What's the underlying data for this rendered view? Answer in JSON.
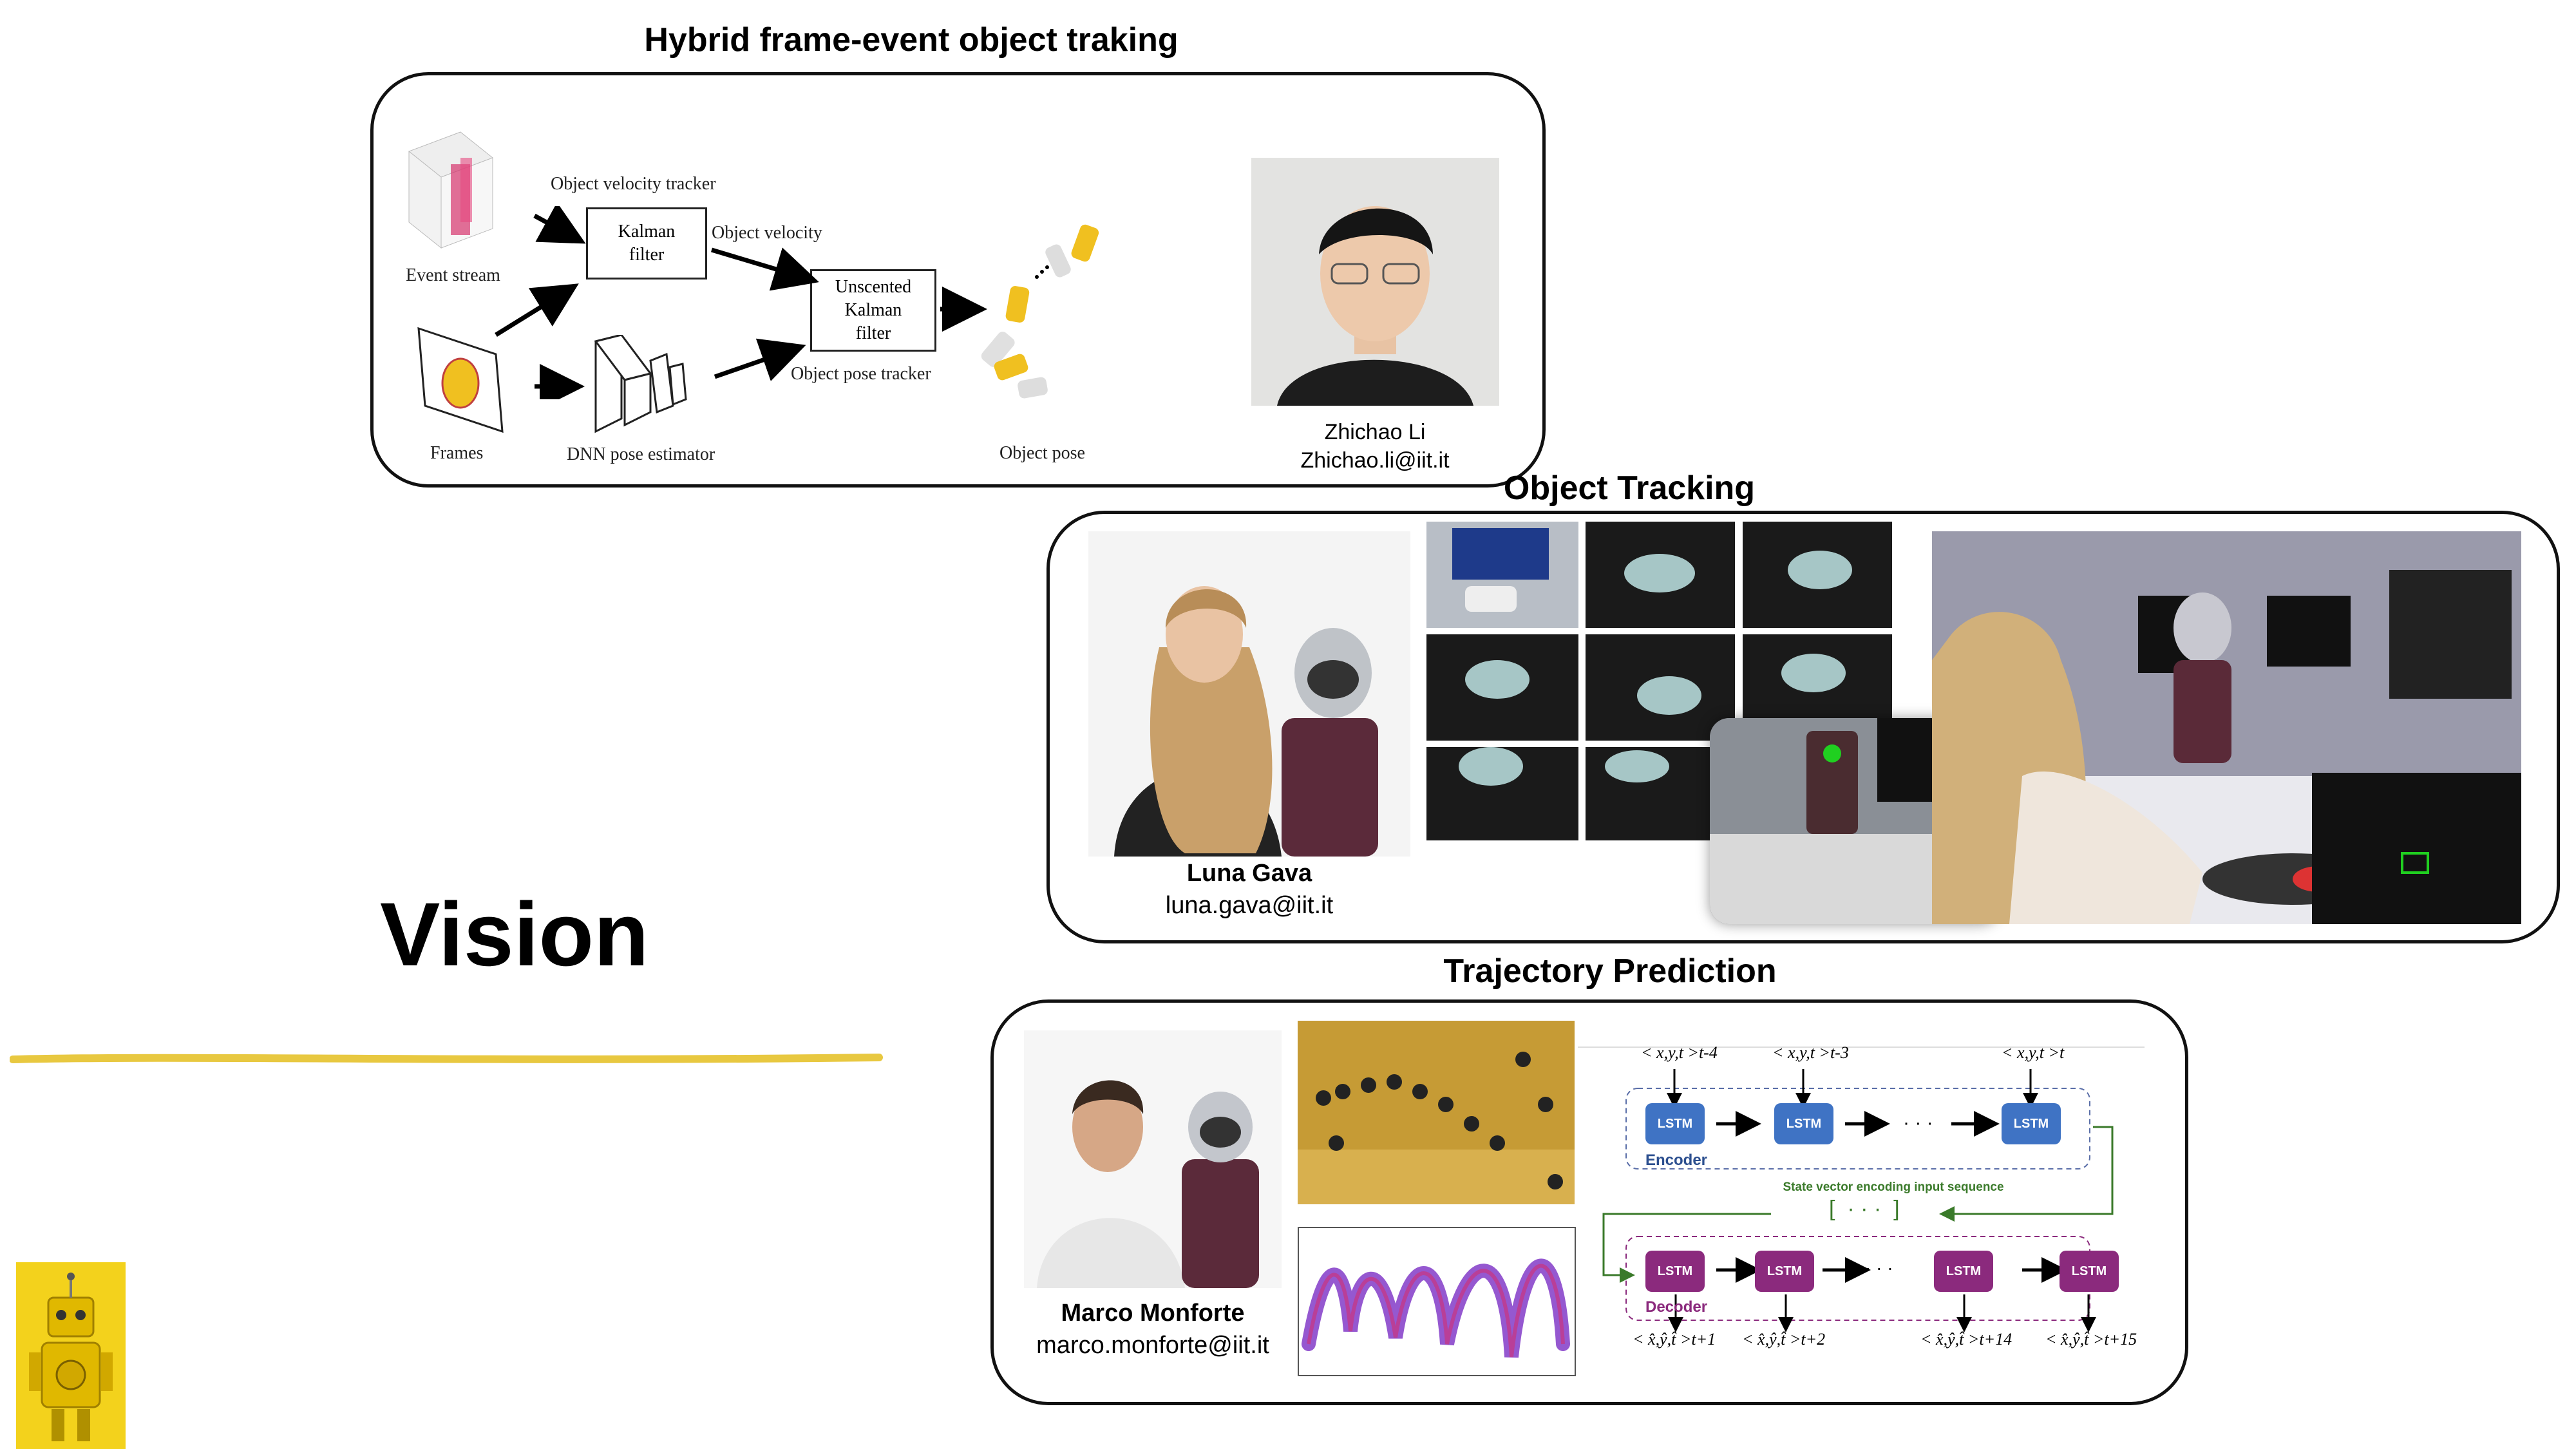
{
  "slide": {
    "section_title": "Vision",
    "accent_color": "#e8c840"
  },
  "hybrid": {
    "title": "Hybrid frame-event object traking",
    "labels": {
      "event_stream": "Event stream",
      "frames": "Frames",
      "velocity_tracker": "Object velocity tracker",
      "kalman": "Kalman filter",
      "object_velocity": "Object velocity",
      "ukf": "Unscented Kalman filter",
      "pose_tracker": "Object pose tracker",
      "dnn": "DNN pose estimator",
      "object_pose": "Object pose"
    },
    "person": {
      "name": "Zhichao Li",
      "email": "Zhichao.li@iit.it"
    }
  },
  "tracking": {
    "title": "Object Tracking",
    "person": {
      "name": "Luna Gava",
      "email": "luna.gava@iit.it"
    }
  },
  "trajectory": {
    "title": "Trajectory Prediction",
    "person": {
      "name": "Marco Monforte",
      "email": "marco.monforte@iit.it"
    },
    "lstm_label": "LSTM",
    "encoder_label": "Encoder",
    "decoder_label": "Decoder",
    "state_vector_label": "State vector encoding input sequence",
    "ellipsis": "· · ·",
    "inputs": [
      "< x,y,t >t-4",
      "< x,y,t >t-3",
      "< x,y,t >t"
    ],
    "outputs": [
      "< x̂,ŷ,t̂ >t+1",
      "< x̂,ŷ,t̂ >t+2",
      "< x̂,ŷ,t̂ >t+14",
      "< x̂,ŷ,t̂ >t+15"
    ]
  }
}
